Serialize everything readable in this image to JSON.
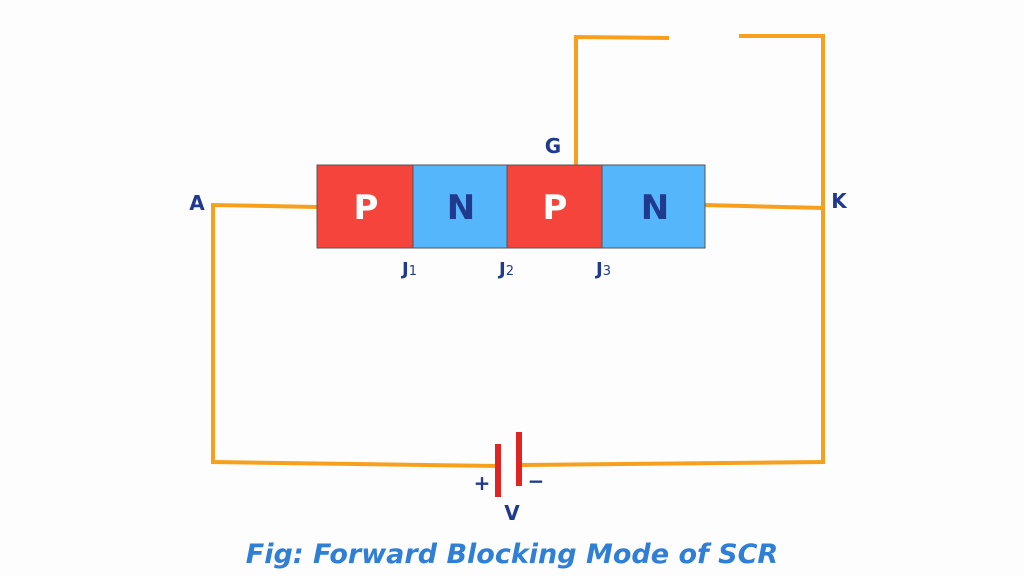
{
  "regions": [
    {
      "label": "P",
      "type": "p"
    },
    {
      "label": "N",
      "type": "n"
    },
    {
      "label": "P",
      "type": "p"
    },
    {
      "label": "N",
      "type": "n"
    }
  ],
  "terminals": {
    "anode": "A",
    "cathode": "K",
    "gate": "G"
  },
  "junctions": [
    {
      "j": "J",
      "sub": "1"
    },
    {
      "j": "J",
      "sub": "2"
    },
    {
      "j": "J",
      "sub": "3"
    }
  ],
  "battery": {
    "plus": "+",
    "minus": "−",
    "label": "V"
  },
  "caption": "Fig: Forward Blocking Mode of SCR",
  "colors": {
    "p_region": "#f5443b",
    "n_region": "#55b6fb",
    "p_text": "#ffffff",
    "n_text": "#1f3a8f",
    "wire": "#f7a01e",
    "battery": "#e02424",
    "label": "#1f3a8f",
    "caption": "#2f7fd6"
  }
}
